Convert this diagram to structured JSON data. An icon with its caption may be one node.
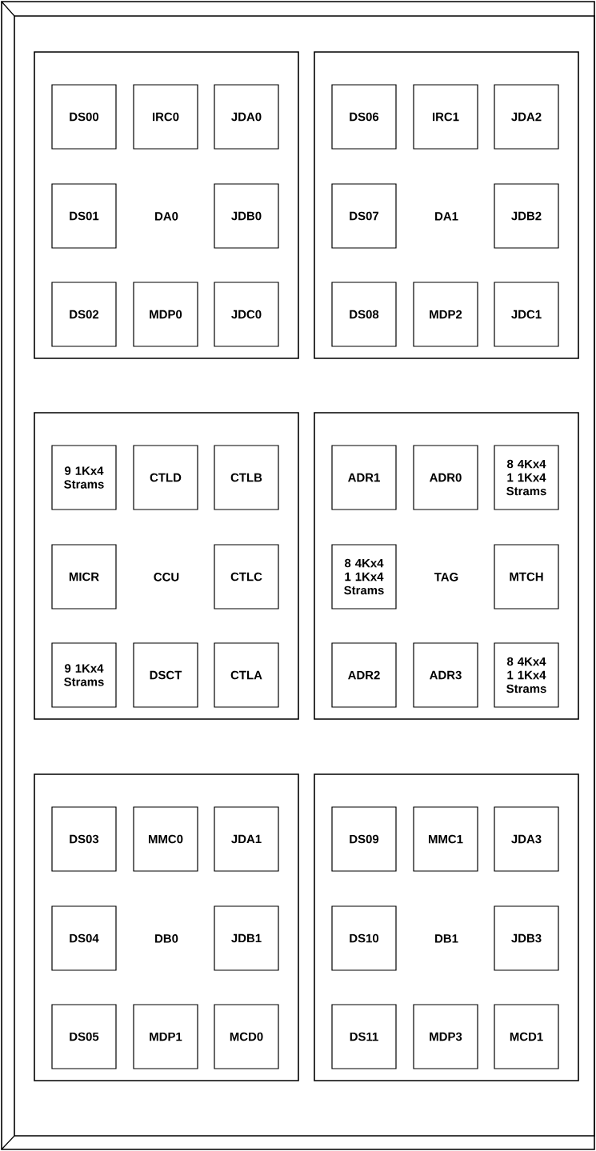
{
  "diagram": {
    "nodes": [
      {
        "text": [],
        "shape": "box"
      },
      {
        "text": [
          "DA0"
        ],
        "in": 0
      },
      {
        "text": [
          "DS00"
        ],
        "in": 1
      },
      {
        "text": [
          "IRC0"
        ],
        "in": 1
      },
      {
        "text": [
          "JDA0"
        ],
        "in": 1
      },
      {
        "text": [
          "DS01"
        ],
        "in": 1
      },
      {
        "text": [
          "JDB0"
        ],
        "in": 1
      },
      {
        "text": [
          "DS02"
        ],
        "in": 1
      },
      {
        "text": [
          "MDP0"
        ],
        "in": 1
      },
      {
        "text": [
          "JDC0"
        ],
        "in": 1
      },
      {
        "text": [
          "DA1"
        ],
        "in": 0
      },
      {
        "text": [
          "DS06"
        ],
        "in": 10
      },
      {
        "text": [
          "IRC1"
        ],
        "in": 10
      },
      {
        "text": [
          "JDA2"
        ],
        "in": 10
      },
      {
        "text": [
          "DS07"
        ],
        "in": 10
      },
      {
        "text": [
          "JDB2"
        ],
        "in": 10
      },
      {
        "text": [
          "DS08"
        ],
        "in": 10
      },
      {
        "text": [
          "MDP2"
        ],
        "in": 10
      },
      {
        "text": [
          "JDC1"
        ],
        "in": 10
      },
      {
        "text": [
          "CCU"
        ],
        "in": 0
      },
      {
        "text": [
          "9 1Kx4 Strams"
        ],
        "in": 19
      },
      {
        "text": [
          "CTLD"
        ],
        "in": 19
      },
      {
        "text": [
          "CTLB"
        ],
        "in": 19
      },
      {
        "text": [
          "MICR"
        ],
        "in": 19
      },
      {
        "text": [
          "CTLC"
        ],
        "in": 19
      },
      {
        "text": [
          "9 1Kx4 Strams"
        ],
        "in": 19
      },
      {
        "text": [
          "DSCT"
        ],
        "in": 19
      },
      {
        "text": [
          "CTLA"
        ],
        "in": 19
      },
      {
        "text": [
          "TAG"
        ],
        "in": 0
      },
      {
        "text": [
          "ADR1"
        ],
        "in": 28
      },
      {
        "text": [
          "ADR0"
        ],
        "in": 28
      },
      {
        "text": [
          "8 4Kx4 1 1Kx4 Strams"
        ],
        "in": 28
      },
      {
        "text": [
          "8 4Kx4 1 1Kx4 Strams"
        ],
        "in": 28
      },
      {
        "text": [
          "MTCH"
        ],
        "in": 28
      },
      {
        "text": [
          "ADR2"
        ],
        "in": 28
      },
      {
        "text": [
          "ADR3"
        ],
        "in": 28
      },
      {
        "text": [
          "8 4Kx4 1 1Kx4 Strams"
        ],
        "in": 28
      },
      {
        "text": [
          "DB0"
        ],
        "in": 0
      },
      {
        "text": [
          "DS03"
        ],
        "in": 37
      },
      {
        "text": [
          "MMC0"
        ],
        "in": 37
      },
      {
        "text": [
          "JDA1"
        ],
        "in": 37
      },
      {
        "text": [
          "DS04"
        ],
        "in": 37
      },
      {
        "text": [
          "JDB1"
        ],
        "in": 37
      },
      {
        "text": [
          "DS05"
        ],
        "in": 37
      },
      {
        "text": [
          "MDP1"
        ],
        "in": 37
      },
      {
        "text": [
          "MCD0"
        ],
        "in": 37
      },
      {
        "text": [
          "DB1"
        ],
        "in": 0
      },
      {
        "text": [
          "DS09"
        ],
        "in": 46
      },
      {
        "text": [
          "MMC1"
        ],
        "in": 46
      },
      {
        "text": [
          "JDA3"
        ],
        "in": 46
      },
      {
        "text": [
          "DS10"
        ],
        "in": 46
      },
      {
        "text": [
          "JDB3"
        ],
        "in": 46
      },
      {
        "text": [
          "DS11"
        ],
        "in": 46
      },
      {
        "text": [
          "MDP3"
        ],
        "in": 46
      },
      {
        "text": [
          "MCD1"
        ],
        "in": 46
      }
    ],
    "edges": []
  }
}
